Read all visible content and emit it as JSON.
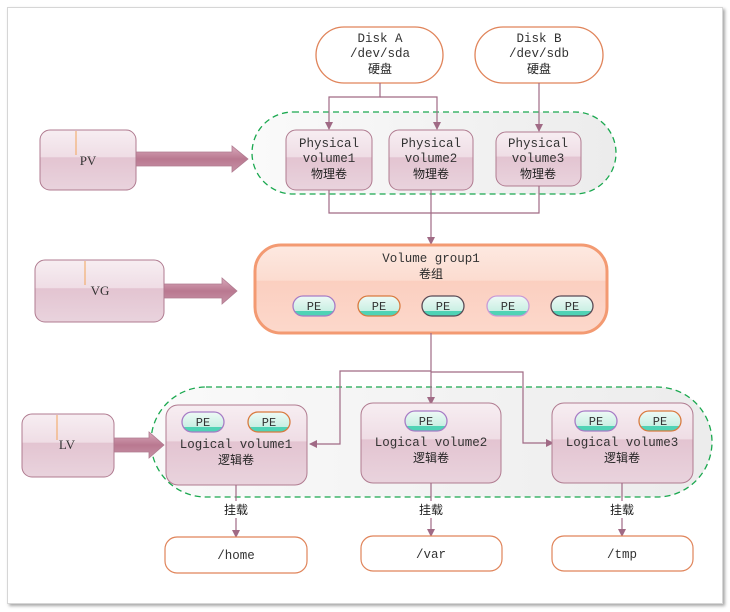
{
  "diagram": {
    "disks": [
      {
        "line1": "Disk A",
        "line2": "/dev/sda",
        "line3": "硬盘"
      },
      {
        "line1": "Disk B",
        "line2": "/dev/sdb",
        "line3": "硬盘"
      }
    ],
    "side_labels": {
      "pv": "PV",
      "vg": "VG",
      "lv": "LV"
    },
    "physical_volumes": [
      {
        "line1": "Physical",
        "line2": "volume1",
        "line3": "物理卷"
      },
      {
        "line1": "Physical",
        "line2": "volume2",
        "line3": "物理卷"
      },
      {
        "line1": "Physical",
        "line2": "volume3",
        "line3": "物理卷"
      }
    ],
    "volume_group": {
      "title": "Volume group1",
      "subtitle": "卷组",
      "pe_label": "PE",
      "pe_count": 5,
      "pe_border_colors": [
        "#a77cc5",
        "#d97a3f",
        "#5a4a55",
        "#c99ad6",
        "#5a4a55"
      ]
    },
    "logical_volumes": [
      {
        "title": "Logical volume1",
        "subtitle": "逻辑卷",
        "pe": [
          {
            "label": "PE",
            "border": "#a77cc5"
          },
          {
            "label": "PE",
            "border": "#d97a3f"
          }
        ]
      },
      {
        "title": "Logical volume2",
        "subtitle": "逻辑卷",
        "pe": [
          {
            "label": "PE",
            "border": "#a77cc5"
          }
        ]
      },
      {
        "title": "Logical volume3",
        "subtitle": "逻辑卷",
        "pe": [
          {
            "label": "PE",
            "border": "#a77cc5"
          },
          {
            "label": "PE",
            "border": "#d97a3f"
          }
        ]
      }
    ],
    "mount_label": "挂载",
    "mount_points": [
      "/home",
      "/var",
      "/tmp"
    ],
    "colors": {
      "connector": "#a06a85",
      "dashed_group": "#1aa84f",
      "disk_border": "#e0845a",
      "vg_border": "#f39a72",
      "box_border": "#b07b90"
    }
  }
}
